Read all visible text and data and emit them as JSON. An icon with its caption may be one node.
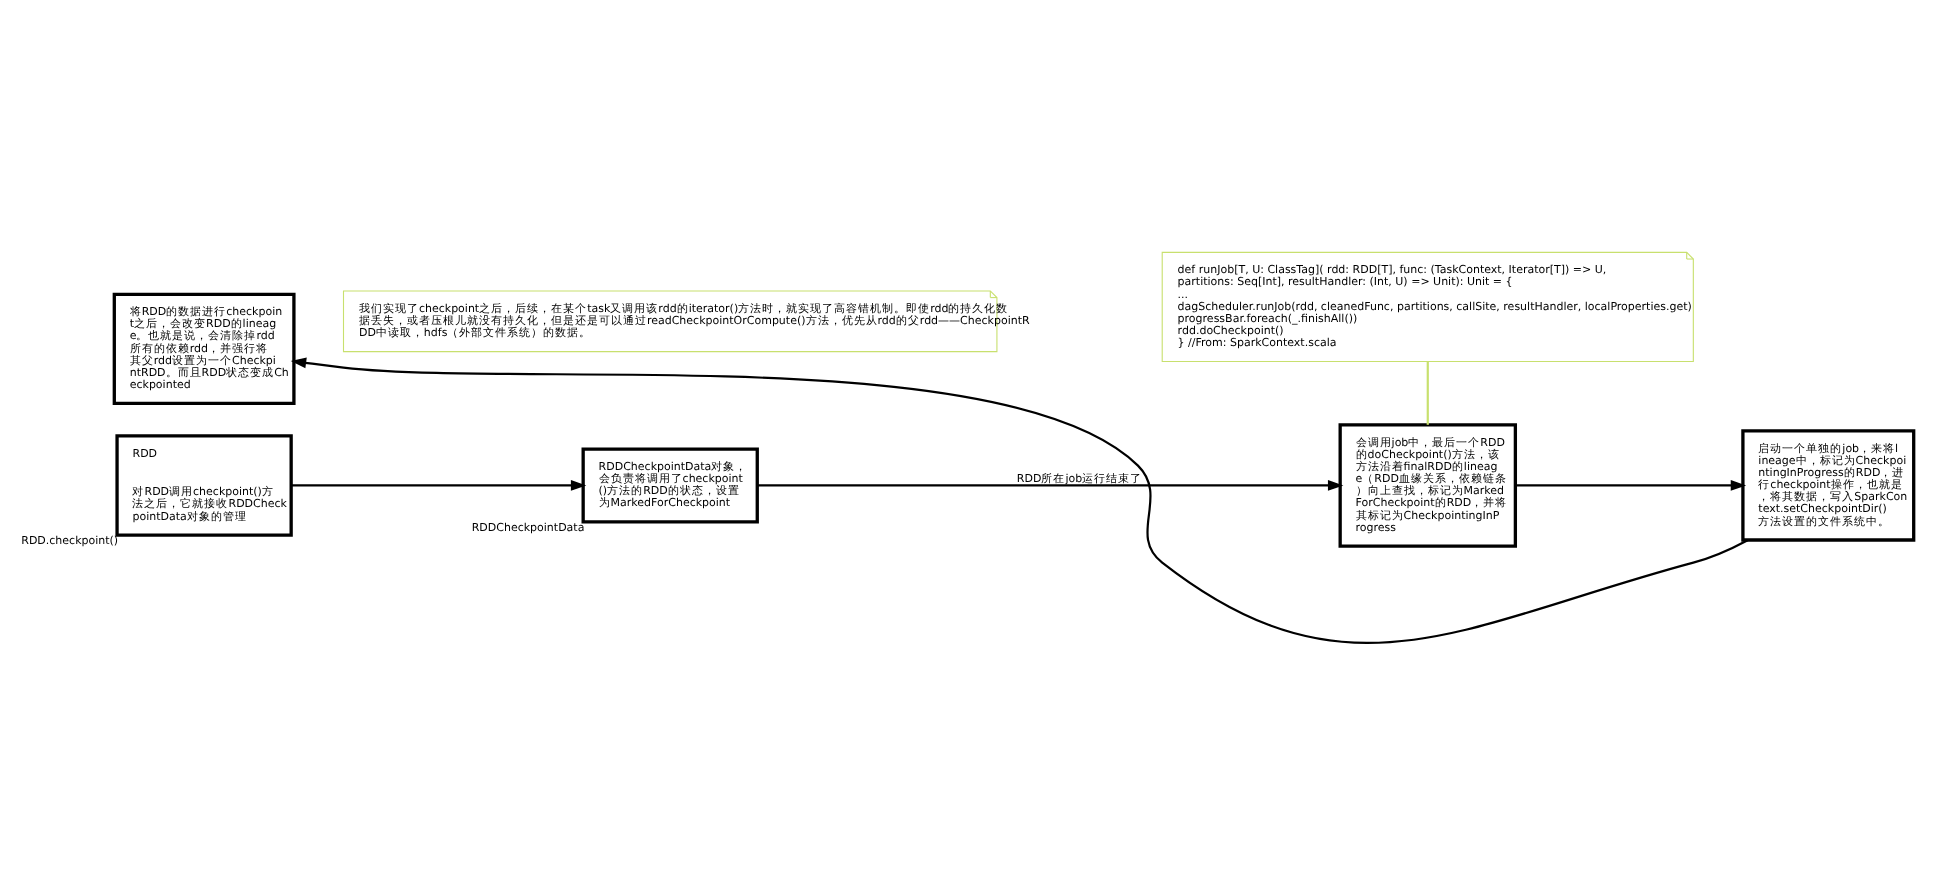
{
  "diagram": {
    "nodes": [
      {
        "text": [
          "def runJob[T, U: ClassTag]( rdd: RDD[T], func: (TaskContext, Iterator[T]) => U,",
          "partitions: Seq[Int], resultHandler: (Int, U) => Unit): Unit = {",
          "...",
          "dagScheduler.runJob(rdd, cleanedFunc, partitions, callSite, resultHandler, localProperties.get)",
          "progressBar.foreach(_.finishAll())",
          "rdd.doCheckpoint()",
          "} //From: SparkContext.scala"
        ]
      },
      {
        "text": [
          "RDD",
          "对RDD调用checkpoint()方法之后，它就接收RDDCheckpointData对象的管理"
        ],
        "beside": [
          "RDD.checkpoint()"
        ]
      },
      {
        "text": [
          "RDDCheckpointData对象，会负责将调用了checkpoint()方法的RDD的状态，设置为MarkedForCheckpoint"
        ],
        "beside": [
          "RDDCheckpointData"
        ]
      },
      {
        "text": [
          "会调用job中，最后一个RDD的doCheckpoint()方法，该方法沿着finalRDD的lineage（RDD血缘关系，依赖链条）向上查找，标记为MarkedForCheckpoint的RDD，并将其标记为CheckpointingInProgress"
        ]
      },
      {
        "text": [
          "启动一个单独的job，来将lineage中，标记为CheckpointingInProgress的RDD，进行checkpoint操作，也就是，将其数据，写入SparkContext.setCheckpointDir()方法设置的文件系统中。"
        ]
      },
      {
        "text": [
          "将RDD的数据进行checkpoint之后，会改变RDD的lineage。也就是说，会清除掉rdd所有的依赖rdd，并强行将其父rdd设置为一个CheckpintRDD。而且RDD状态变成Checkpointed"
        ]
      },
      {
        "text": [
          "我们实现了checkpoint之后，后续，在某个task又调用该rdd的iterator()方法时，就实现了高容错机制。即使rdd的持久化数据丢失，或者压根儿就没有持久化，但是还是可以通过readCheckpointOrCompute()方法，优先从rdd的父rdd——CheckpointRDD中读取，hdfs（外部文件系统）的数据。"
        ]
      }
    ],
    "edges": [
      {
        "from": 1,
        "to": 2,
        "arrow": "to"
      },
      {
        "from": 2,
        "to": 3,
        "arrow": "to",
        "label": "RDD所在job运行结束了"
      },
      {
        "from": 3,
        "to": 4,
        "arrow": "to"
      },
      {
        "from": 4,
        "to": 5,
        "arrow": "to"
      },
      {
        "from": 0,
        "to": 3,
        "arrow": "none",
        "color": "#c8e06e"
      }
    ]
  }
}
